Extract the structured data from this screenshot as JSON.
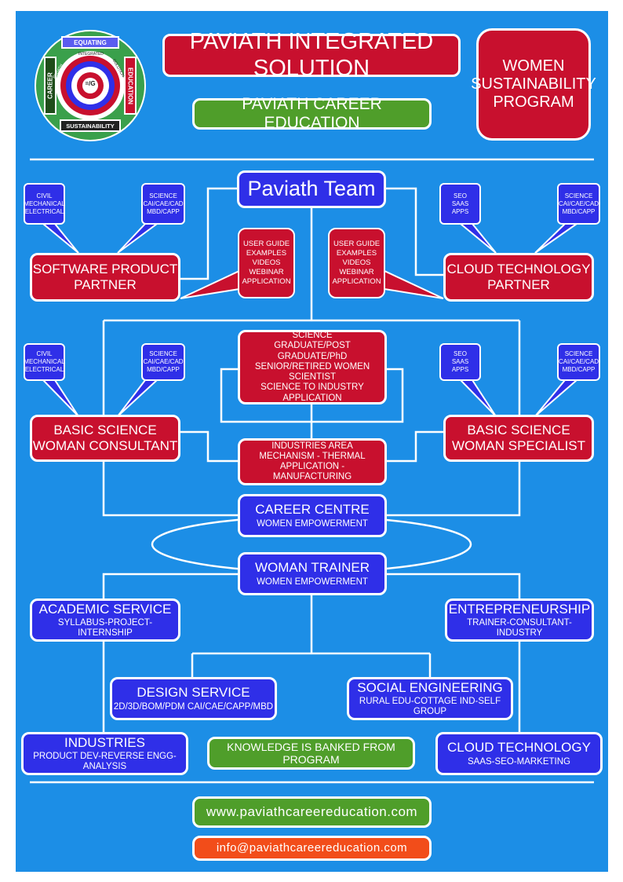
{
  "logo": {
    "top_label": "EQUATING",
    "left_label": "CAREER",
    "right_label": "EDUCATION",
    "bottom_label": "SUSTAINABILITY",
    "ring_labels": [
      "PAVIATH",
      "INTEGRATED",
      "SOLUTION"
    ],
    "center": "=/G"
  },
  "header": {
    "title": "PAVIATH INTEGRATED SOLUTION",
    "subtitle": "PAVIATH CAREER EDUCATION",
    "program": [
      "WOMEN",
      "SUSTAINABILITY",
      "PROGRAM"
    ]
  },
  "team": {
    "label": "Paviath Team"
  },
  "bubbles": {
    "eng": [
      "CIVIL",
      "MECHANICAL",
      "ELECTRICAL"
    ],
    "sci": [
      "SCIENCE",
      "CAI/CAE/CAD",
      "MBD/CAPP"
    ],
    "seo": [
      "SEO",
      "SAAS",
      "APPS"
    ],
    "guide": [
      "USER GUIDE",
      "EXAMPLES",
      "VIDEOS",
      "WEBINAR",
      "APPLICATION"
    ]
  },
  "partners": {
    "software": [
      "SOFTWARE PRODUCT",
      "PARTNER"
    ],
    "cloud": [
      "CLOUD TECHNOLOGY",
      "PARTNER"
    ]
  },
  "science": [
    "SCIENCE",
    "GRADUATE/POST GRADUATE/PhD",
    "SENIOR/RETIRED WOMEN SCIENTIST",
    "SCIENCE TO INDUSTRY APPLICATION"
  ],
  "consultant": [
    "BASIC SCIENCE",
    "WOMAN CONSULTANT"
  ],
  "specialist": [
    "BASIC SCIENCE",
    "WOMAN SPECIALIST"
  ],
  "industries_area": [
    "INDUSTRIES AREA",
    "MECHANISM - THERMAL",
    "APPLICATION - MANUFACTURING"
  ],
  "career_centre": {
    "title": "CAREER CENTRE",
    "sub": "WOMEN EMPOWERMENT"
  },
  "trainer": {
    "title": "WOMAN TRAINER",
    "sub": "WOMEN EMPOWERMENT"
  },
  "academic": {
    "title": "ACADEMIC SERVICE",
    "sub": "SYLLABUS-PROJECT-INTERNSHIP"
  },
  "entrepreneurship": {
    "title": "ENTREPRENEURSHIP",
    "sub": "TRAINER-CONSULTANT-INDUSTRY"
  },
  "design": {
    "title": "DESIGN SERVICE",
    "sub": "2D/3D/BOM/PDM CAI/CAE/CAPP/MBD"
  },
  "social": {
    "title": "SOCIAL ENGINEERING",
    "sub": "RURAL EDU-COTTAGE IND-SELF GROUP"
  },
  "industries": {
    "title": "INDUSTRIES",
    "sub": "PRODUCT DEV-REVERSE ENGG-ANALYSIS"
  },
  "knowledge": "KNOWLEDGE IS BANKED FROM PROGRAM",
  "cloud_tech": {
    "title": "CLOUD TECHNOLOGY",
    "sub": "SAAS-SEO-MARKETING"
  },
  "footer": {
    "website": "www.paviathcareereducation.com",
    "email": "info@paviathcareereducation.com"
  },
  "colors": {
    "background": "#1c8ee6",
    "red": "#c8102e",
    "blue": "#2f2fe8",
    "green": "#4f9e2a",
    "orange": "#f24d1a"
  }
}
